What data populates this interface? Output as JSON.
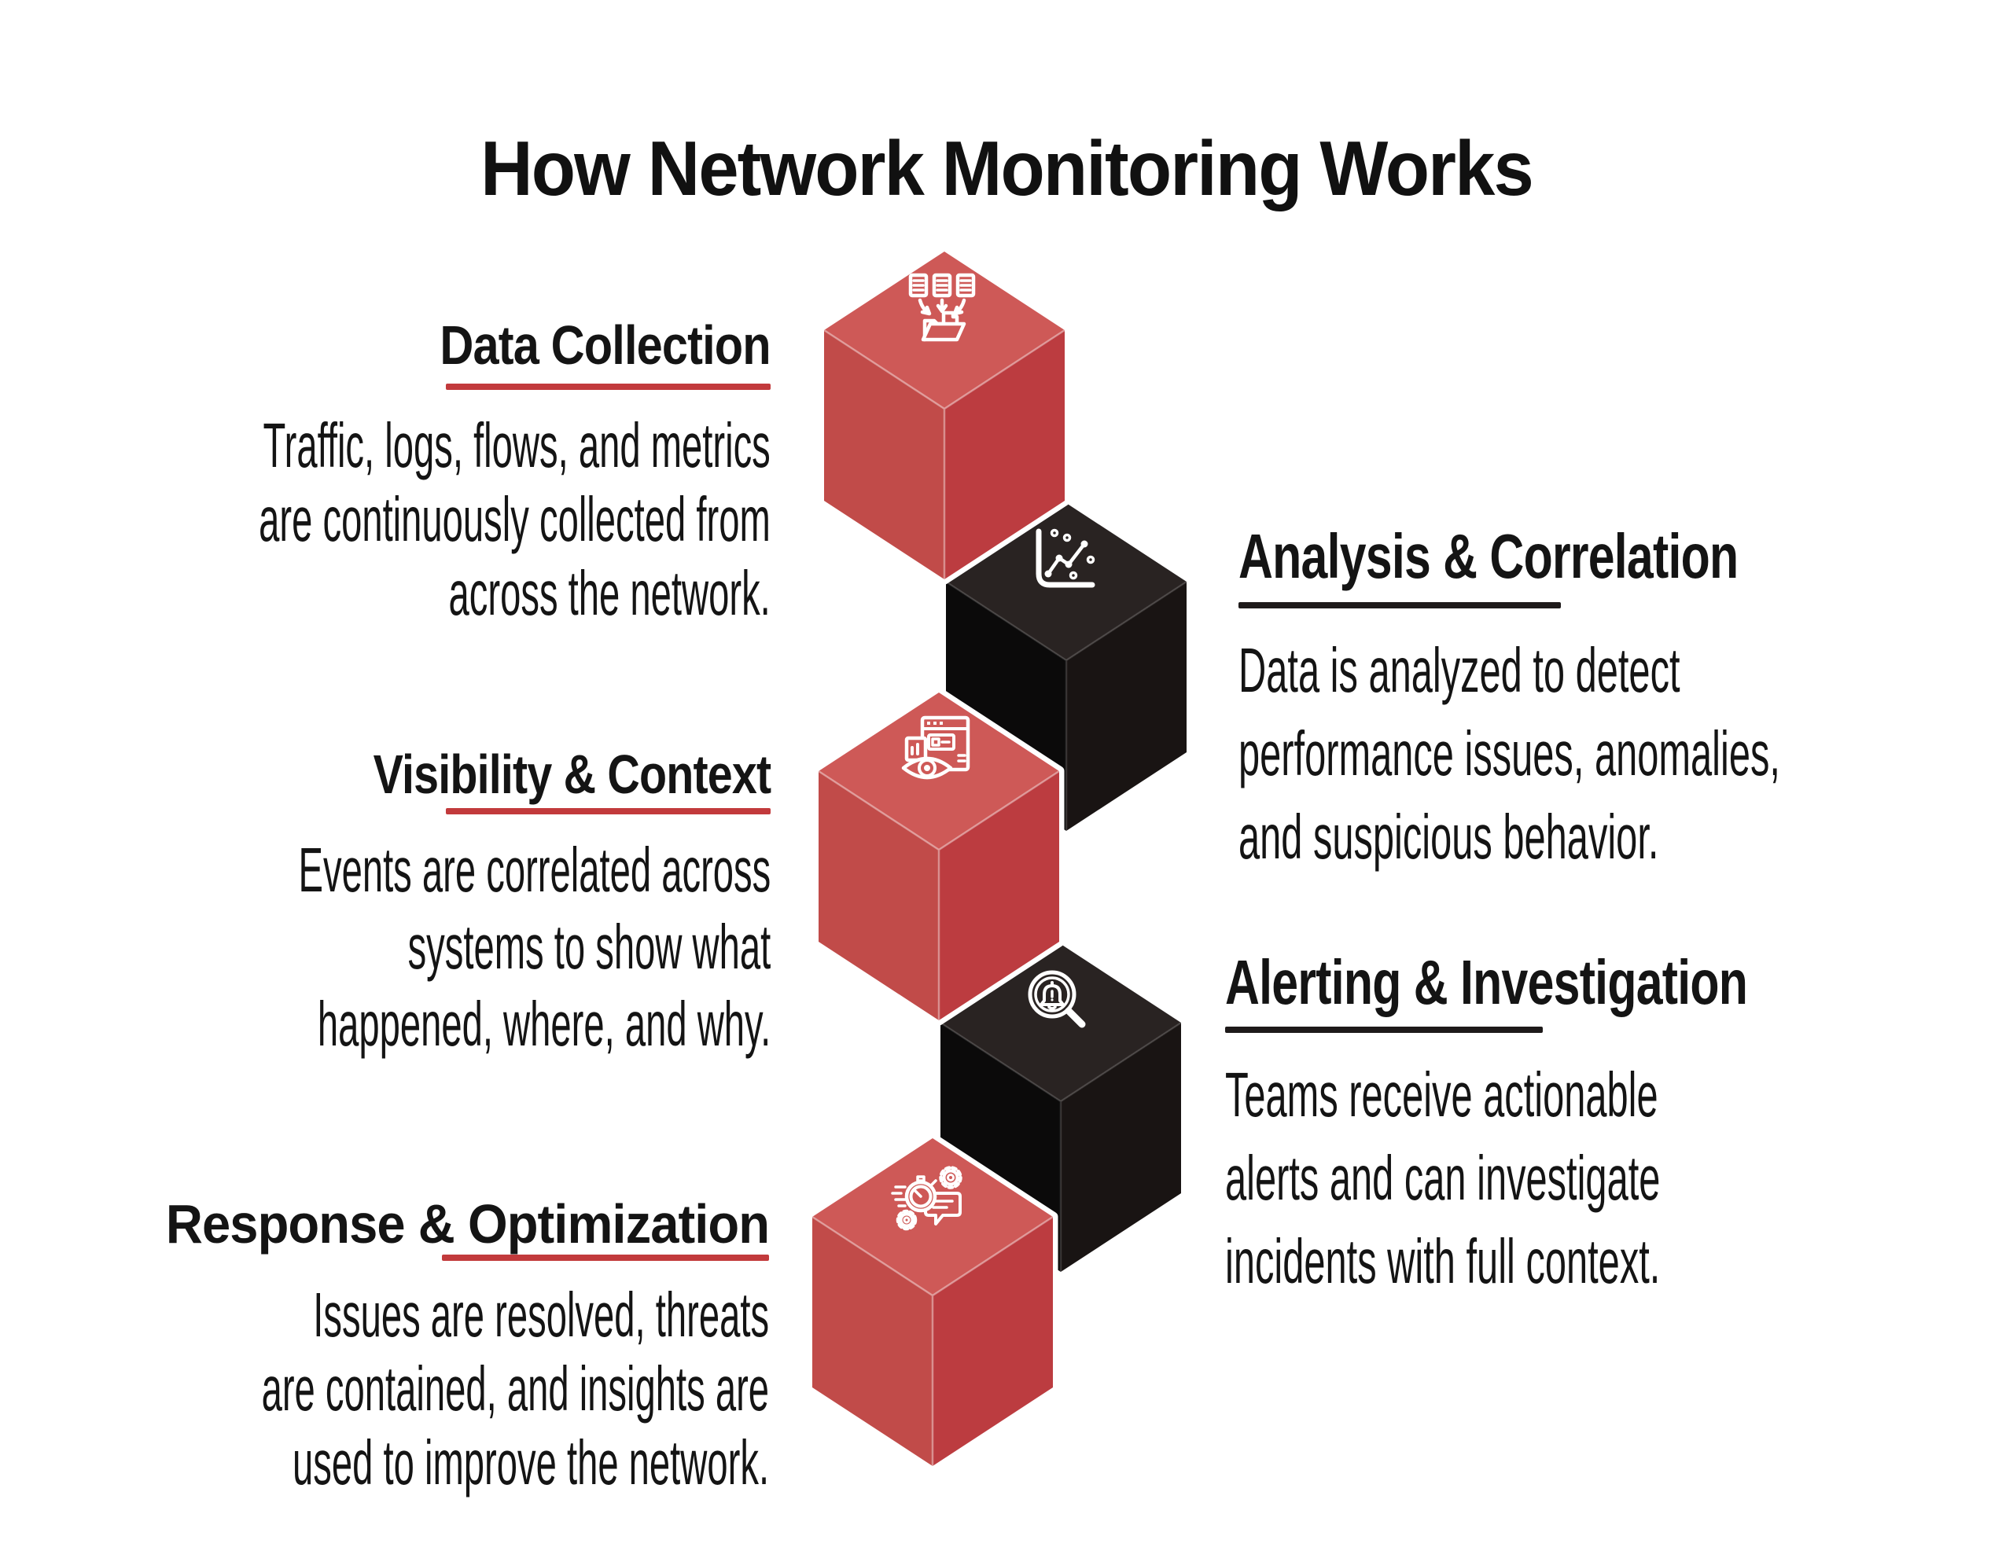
{
  "title": "How Network Monitoring Works",
  "colors": {
    "background": "#FFFFFF",
    "text": "#141414",
    "red_top": "#CE5957",
    "red_left": "#C14B49",
    "red_right": "#BC3C40",
    "black_top": "#292322",
    "black_left": "#0B0A0A",
    "black_right": "#191413",
    "underline_red": "#C23A3C",
    "underline_black": "#1E1A1A",
    "icon_stroke": "#FFFFFF"
  },
  "steps": [
    {
      "heading": "Data Collection",
      "underline_color": "#C23A3C",
      "cube_color": "red",
      "icon": "documents-into-folder",
      "lines": [
        "Traffic, logs, flows, and metrics",
        "are continuously collected from",
        "across the network."
      ]
    },
    {
      "heading": "Analysis & Correlation",
      "underline_color": "#1E1A1A",
      "cube_color": "black",
      "icon": "scatter-line-chart",
      "lines": [
        "Data is analyzed to detect",
        "performance issues, anomalies,",
        "and suspicious behavior."
      ]
    },
    {
      "heading": "Visibility & Context",
      "underline_color": "#C23A3C",
      "cube_color": "red",
      "icon": "browser-eye-monitoring",
      "lines": [
        "Events are correlated across",
        "systems to show what",
        "happened, where, and why."
      ]
    },
    {
      "heading": "Alerting & Investigation",
      "underline_color": "#1E1A1A",
      "cube_color": "black",
      "icon": "magnifier-alert-bell",
      "lines": [
        "Teams receive actionable",
        "alerts and can investigate",
        "incidents with full context."
      ]
    },
    {
      "heading": "Response & Optimization",
      "underline_color": "#C23A3C",
      "cube_color": "red",
      "icon": "stopwatch-gears-chat",
      "lines": [
        "Issues are resolved, threats",
        "are contained, and insights are",
        "used to improve the network."
      ]
    }
  ]
}
